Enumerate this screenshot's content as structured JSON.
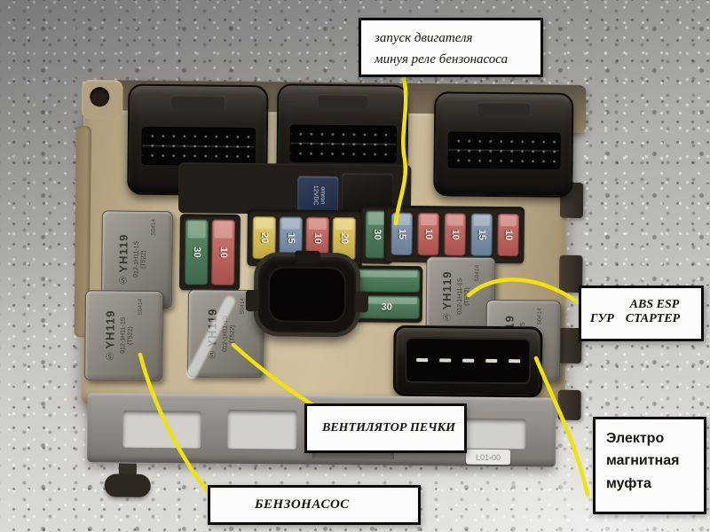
{
  "annotations": {
    "engine_start_bypass": {
      "line1": "запуск двигателя",
      "line2": "минуя реле бензонасоса"
    },
    "abs_esp_starter": {
      "top": "ABS ESP",
      "left": "ГУР",
      "bottom": "СТАРТЕР"
    },
    "heater_fan": {
      "text": "ВЕНТИЛЯТОР ПЕЧКИ"
    },
    "fuel_pump": {
      "text": "БЕНЗОНАСОС"
    },
    "electromagnetic_clutch": {
      "line1": "Электро",
      "line2": "магнитная",
      "line3": "муфта"
    }
  },
  "relay_marking": {
    "model": "YH119",
    "part_number": "012-1H11-1S",
    "suffix": "(T522)",
    "date_code": "S0414",
    "logo_glyph": "Ⓢ"
  },
  "mini_relay": {
    "brand": "omron",
    "spec": "12VDC"
  },
  "fuses": {
    "left_pair": [
      {
        "value": "30",
        "color": "green"
      },
      {
        "value": "10",
        "color": "red"
      }
    ],
    "middle_row": [
      {
        "value": "20",
        "color": "yellow"
      },
      {
        "value": "15",
        "color": "blue"
      },
      {
        "value": "10",
        "color": "red"
      },
      {
        "value": "20",
        "color": "yellow"
      }
    ],
    "center_single": {
      "value": "30",
      "color": "green"
    },
    "right_block": [
      {
        "value": "15",
        "color": "blue"
      },
      {
        "value": "10",
        "color": "red"
      },
      {
        "value": "10",
        "color": "red"
      },
      {
        "value": "15",
        "color": "blue"
      },
      {
        "value": "10",
        "color": "red"
      }
    ],
    "horizontal_pair": [
      {
        "value": "",
        "color": "green"
      },
      {
        "value": "30",
        "color": "green"
      }
    ]
  },
  "sticker": {
    "text": "L01-00"
  },
  "colors": {
    "annotation_line": "#f1e20e",
    "box_body": "#c7b695",
    "relay_body": "#8d8981",
    "fuse_yellow": "#d9c258",
    "fuse_blue": "#7d92aa",
    "fuse_red": "#bf5f5c",
    "fuse_green": "#4d7a5a",
    "label_bg": "#fcfcfa",
    "label_border": "#0b0b0b"
  }
}
